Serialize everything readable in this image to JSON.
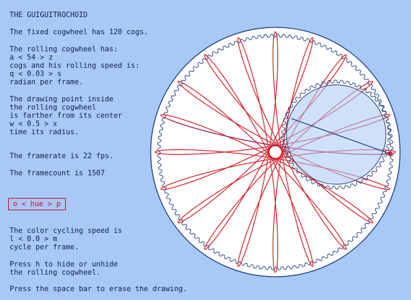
{
  "title": "THE GUIGUITROCHOID",
  "fixed_line": "The fixed cogwheel has 120 cogs.",
  "rolling": {
    "line1": "The rolling cogwheel has:",
    "cogs_control": "a < 54 > z",
    "line3": "cogs and his rolling speed is:",
    "speed_control": "q < 0.03 > s",
    "line5": "radian per frame."
  },
  "point": {
    "line1": "The drawing point inside",
    "line2": "the rolling cogwheel",
    "line3": "is farther from its center",
    "ratio_control": "w < 0.5 > x",
    "line5": "time its radius."
  },
  "framerate": "The framerate is 22 fps.",
  "framecount": "The framecount is 1507",
  "hue_button": "o < hue > p",
  "color": {
    "line1": "The color cycling speed is",
    "speed_control": "l < 0.0 > m",
    "line3": "cycle per frame."
  },
  "hide": {
    "line1": "Press h to hide or unhide",
    "line2": "the rolling cogwheel."
  },
  "erase": "Press the space bar to erase the drawing.",
  "colors": {
    "background": "#a8c8f5",
    "disk": "#ffffff",
    "cog_stroke": "#1b3a78",
    "curve_red": "#d51c23",
    "curve_purple": "#9a1e58",
    "arm": "#1b3a78"
  },
  "simulation": {
    "fixed_cogs": 120,
    "rolling_cogs": 54,
    "point_ratio": 0.5
  }
}
